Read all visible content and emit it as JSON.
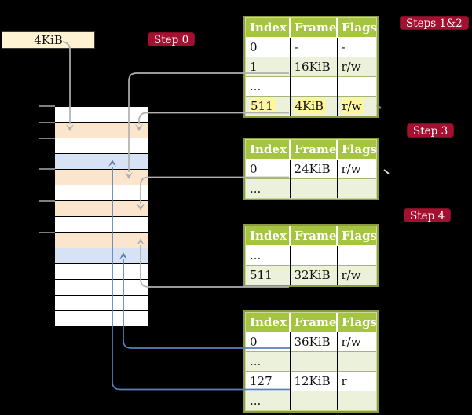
{
  "colors": {
    "background": "#000000",
    "cream": "#fdf3d2",
    "badge_bg": "#a50f30",
    "badge_text": "#ffffff",
    "header_bg": "#a5c43f",
    "header_text": "#ffffff",
    "row_alt": "#ebf1da",
    "highlight": "#fcf79f",
    "frame_white": "#ffffff",
    "frame_peach": "#fbe5cc",
    "frame_blue": "#d7e2f4",
    "gray_arrow": "#b0b0b3",
    "blue_arrow": "#5b80b8",
    "tick": "#7f7f7f",
    "table_border": "#8a9b40"
  },
  "cr3_box": {
    "label": "4KiB"
  },
  "badges": [
    {
      "id": "step-0",
      "label": "Step 0"
    },
    {
      "id": "steps-1-2",
      "label": "Steps 1&2"
    },
    {
      "id": "step-3",
      "label": "Step 3"
    },
    {
      "id": "step-4",
      "label": "Step 4"
    }
  ],
  "memory": {
    "rows": [
      "white",
      "peach",
      "white",
      "blue",
      "peach",
      "white",
      "peach",
      "white",
      "peach",
      "blue",
      "white",
      "white",
      "white",
      "white"
    ],
    "tick_ys": [
      134,
      155,
      175,
      214,
      255,
      295
    ]
  },
  "tables": [
    {
      "id": "page-table-steps-1-2",
      "headers": [
        "Index",
        "Frame",
        "Flags"
      ],
      "rows": [
        {
          "cells": [
            "0",
            "-",
            "-"
          ]
        },
        {
          "cells": [
            "1",
            "16KiB",
            "r/w"
          ]
        },
        {
          "cells": [
            "...",
            "",
            ""
          ]
        },
        {
          "cells": [
            "511",
            "4KiB",
            "r/w"
          ],
          "highlight": true
        }
      ]
    },
    {
      "id": "page-table-step-3",
      "headers": [
        "Index",
        "Frame",
        "Flags"
      ],
      "rows": [
        {
          "cells": [
            "0",
            "24KiB",
            "r/w"
          ]
        },
        {
          "cells": [
            "...",
            "",
            ""
          ]
        }
      ]
    },
    {
      "id": "page-table-step-4",
      "headers": [
        "Index",
        "Frame",
        "Flags"
      ],
      "rows": [
        {
          "cells": [
            "...",
            "",
            ""
          ]
        },
        {
          "cells": [
            "511",
            "32KiB",
            "r/w"
          ]
        }
      ]
    },
    {
      "id": "page-table-level-1",
      "headers": [
        "Index",
        "Frame",
        "Flags"
      ],
      "rows": [
        {
          "cells": [
            "0",
            "36KiB",
            "r/w"
          ]
        },
        {
          "cells": [
            "...",
            "",
            ""
          ]
        },
        {
          "cells": [
            "127",
            "12KiB",
            "r"
          ]
        },
        {
          "cells": [
            "...",
            "",
            ""
          ]
        }
      ]
    }
  ]
}
